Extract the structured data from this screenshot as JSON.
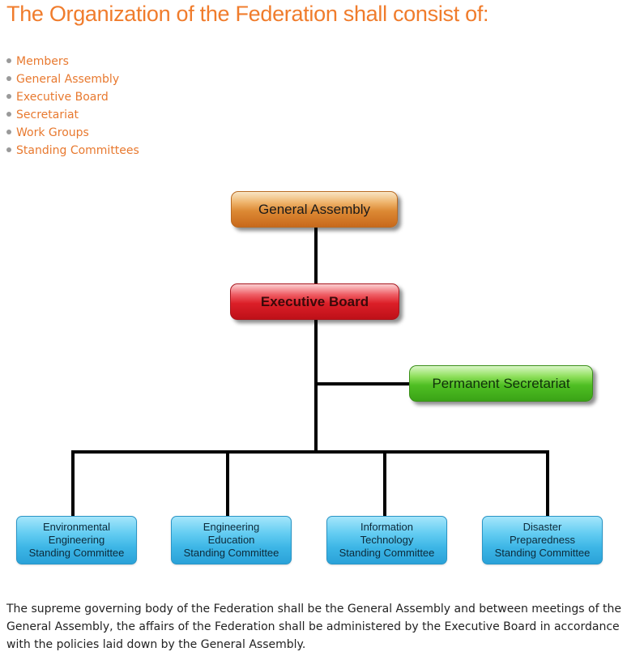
{
  "heading": "The Organization of the Federation shall consist of:",
  "bullets": [
    "Members",
    "General Assembly",
    "Executive Board",
    "Secretariat",
    "Work Groups",
    "Standing Committees"
  ],
  "chart": {
    "general_assembly": "General Assembly",
    "executive_board": "Executive Board",
    "permanent_secretariat": "Permanent Secretariat",
    "committees": [
      [
        "Environmental",
        "Engineering",
        "Standing Committee"
      ],
      [
        "Engineering",
        "Education",
        "Standing Committee"
      ],
      [
        "Information",
        "Technology",
        "Standing Committee"
      ],
      [
        "Disaster",
        "Preparedness",
        "Standing Committee"
      ]
    ]
  },
  "description": "The supreme governing body of the Federation shall be the General Assembly and between meetings of the General Assembly, the affairs of the Federation shall be administered by the Executive Board in accordance with the policies laid down by the General Assembly.",
  "colors": {
    "heading": "#f07c2c",
    "link": "#e8792f",
    "general_assembly": "#dc8934",
    "executive_board": "#dc1f28",
    "permanent_secretariat": "#4fbe23",
    "committee": "#3db6e6"
  }
}
